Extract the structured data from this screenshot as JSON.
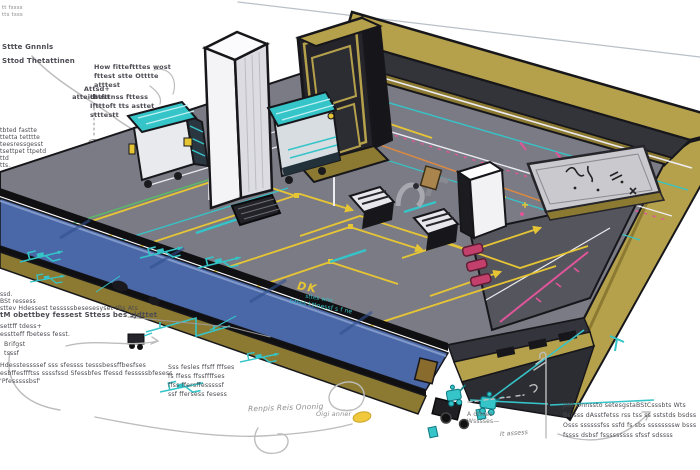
{
  "palette": {
    "background": "#ffffff",
    "ink": "#17171b",
    "floor": "#7b7b85",
    "floor_dark": "#55555e",
    "rim_gold": "#b5a14b",
    "rim_gold_dark": "#8c7a33",
    "rim_top": "#33333a",
    "blue": "#4a67a8",
    "blue_dark": "#31508f",
    "blue_light": "#8099c9",
    "trace_yellow": "#e6c535",
    "teal": "#35c4c8",
    "green": "#5cb869",
    "pink": "#e0559a",
    "pink_deep": "#c2406b",
    "orange": "#df8a3e",
    "white_line": "#ececf2",
    "silver": "#c9c9ce",
    "tan": "#a9854d",
    "text": "#4b4b52",
    "sketch": "#bdbdbd",
    "sketch_dark": "#8f8f8f"
  },
  "floor_labels": {
    "dk": "DK",
    "teal_top": "sttes  wne",
    "teal_main": "Gttes Lttnessf s f ne"
  },
  "annotations": {
    "corner_mini": [
      "tt fssss",
      "tts tsss"
    ],
    "top_left": [
      "Sttte Gnnnls",
      "Sttod Thetattinen"
    ],
    "attsd": [
      "Attsd+",
      "atteitbest"
    ],
    "how_block": [
      "How fitteftttes wost",
      "fttest stte Otttte",
      "atttest"
    ],
    "how_block2": [
      "dttfttnss fttess",
      "Iftttoft tts asttet",
      "stttestt"
    ],
    "left_edge": [
      "tbted fastte",
      "ttetta tetttte",
      "teesressgesst",
      "tsettpet ttpetd",
      "ttd",
      "tts."
    ],
    "left_mini": [
      "ssd.",
      "BSt ressess"
    ],
    "left_line": "sttev Hdessest tesssssbesesesyset tBs Ats",
    "left_bold": "tM obettbey fessest Sttess bes sjdttet",
    "left_para": [
      "settff tdess+",
      "esstteff fbetess  fesst."
    ],
    "left_tag": [
      "Brifgst",
      "tsssf"
    ],
    "left_para2": [
      "Hdesstessssef sss sfessss tesssbessffbesfses",
      "esbffesffftss ssssfssd Sfessbfes ffessd fesssssbfesess",
      "'Pfesssssbsf'"
    ],
    "mid_block": [
      "Sss fesles ffsff fffses",
      "fs ffess ffssffffses",
      "ffss ffersffesssssf",
      "ssf ffersess fesess"
    ],
    "hand1": "Renpis Reis Ononig",
    "hand2": "Oigi anner",
    "right_block": [
      "Jdtt Dnnssto setesgstaBStCsssbts Wts",
      "Bsrsss dAsstfetss rss tss ss sststds bsdss",
      "Osss ssssssfss ssfd fs sbs ssssssssw bsss",
      "fssss dsbsf fsssssssss sfssf sdssss"
    ],
    "right_small_a": [
      "A dttses",
      "Wsssses—"
    ],
    "right_small_b": "It assess"
  },
  "icons": {
    "pipe-symbol-icon": "teal schematic line with branch and block",
    "valve-robot-icon": "teal rounded body with wheels",
    "mini-cart-icon": "small dark machine with wheels",
    "plus-mark-icon": "yellow cross tick",
    "circuit-trace-icon": "yellow PCB-style routed path with arrowhead"
  }
}
